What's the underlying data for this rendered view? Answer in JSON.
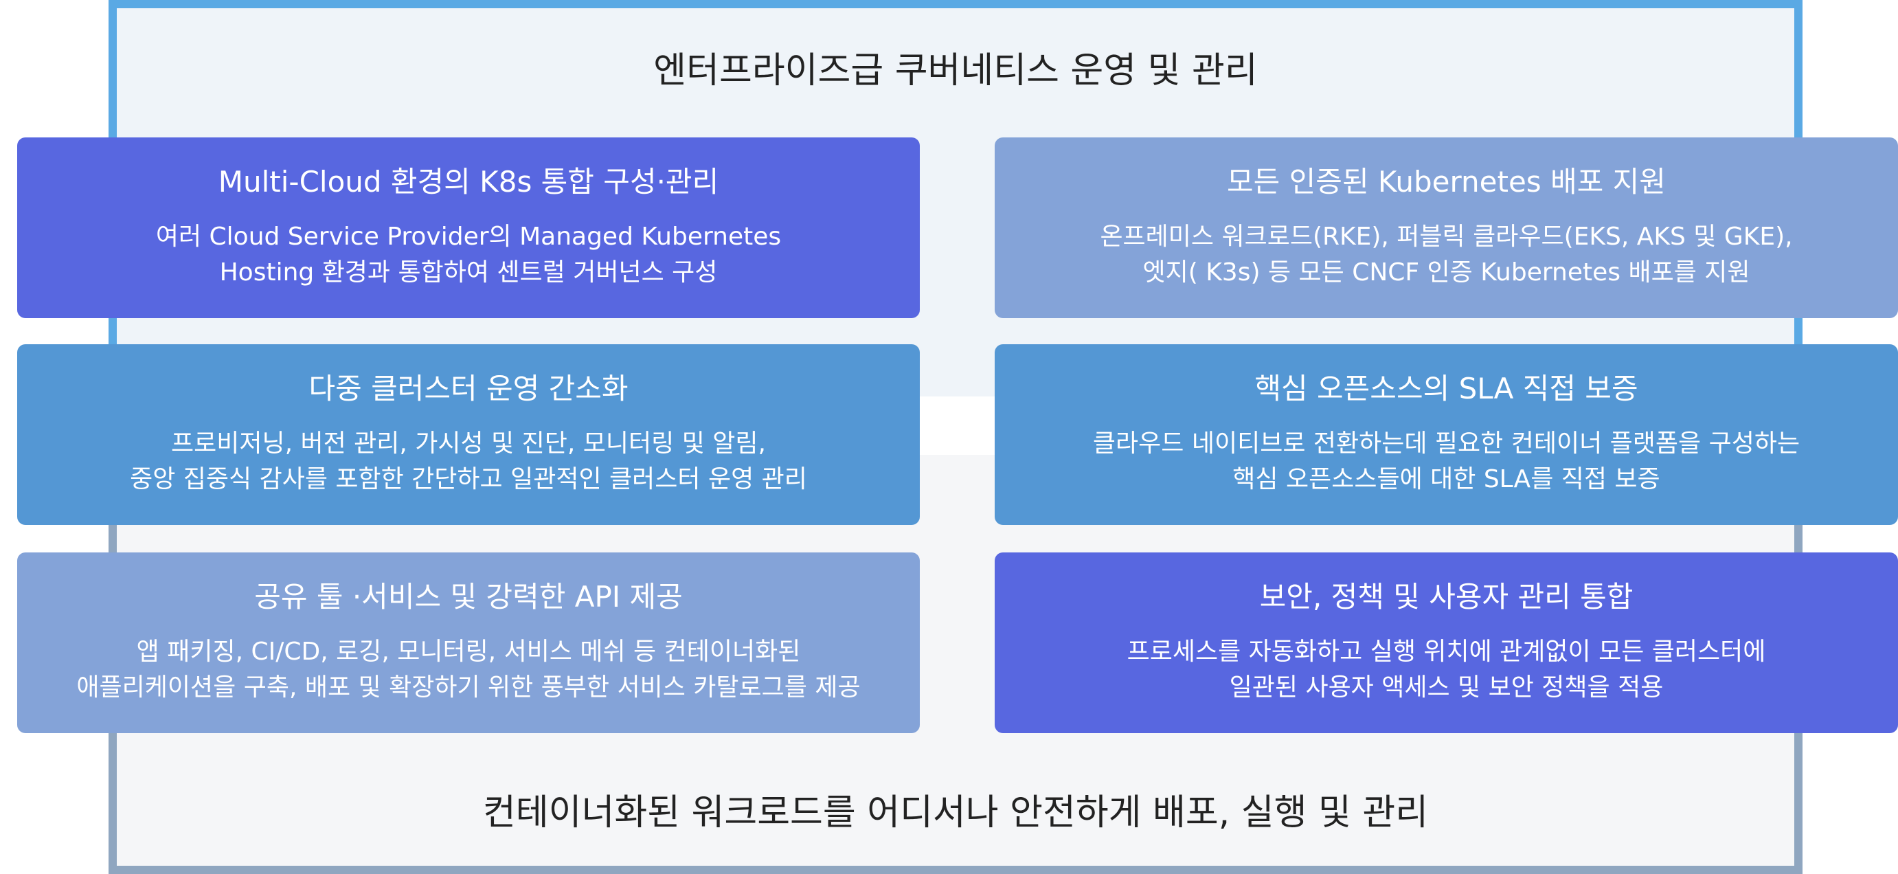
{
  "diagram": {
    "title_top": "엔터프라이즈급 쿠버네티스 운영 및 관리",
    "title_bottom": "컨테이너화된 워크로드를 어디서나 안전하게 배포, 실행 및 관리",
    "colors": {
      "frame_top_border": "#5aa9e4",
      "frame_bottom_border": "#8fa6c0",
      "card_indigo": "#5867e0",
      "card_blue": "#5497d4",
      "card_periwinkle": "#84a3d8"
    },
    "cards": [
      {
        "title": "Multi-Cloud 환경의 K8s 통합 구성·관리",
        "desc_line1": "여러 Cloud Service Provider의 Managed Kubernetes",
        "desc_line2": "Hosting 환경과 통합하여 센트럴 거버넌스 구성",
        "color": "#5867e0"
      },
      {
        "title": "모든 인증된 Kubernetes 배포 지원",
        "desc_line1": "온프레미스 워크로드(RKE), 퍼블릭 클라우드(EKS, AKS 및 GKE),",
        "desc_line2": "엣지( K3s) 등 모든 CNCF 인증 Kubernetes 배포를 지원",
        "color": "#84a3d8"
      },
      {
        "title": "다중 클러스터 운영 간소화",
        "desc_line1": "프로비저닝, 버전 관리, 가시성 및 진단, 모니터링 및 알림,",
        "desc_line2": "중앙 집중식 감사를 포함한 간단하고 일관적인 클러스터 운영 관리",
        "color": "#5497d4"
      },
      {
        "title": "핵심 오픈소스의 SLA 직접 보증",
        "desc_line1": "클라우드 네이티브로 전환하는데 필요한 컨테이너 플랫폼을 구성하는",
        "desc_line2": "핵심 오픈소스들에 대한 SLA를 직접 보증",
        "color": "#5497d4"
      },
      {
        "title": "공유 툴 ·서비스 및 강력한 API 제공",
        "desc_line1": "앱 패키징, CI/CD, 로깅, 모니터링, 서비스 메쉬 등 컨테이너화된",
        "desc_line2": "애플리케이션을 구축, 배포 및 확장하기 위한 풍부한 서비스 카탈로그를 제공",
        "color": "#84a3d8"
      },
      {
        "title": "보안, 정책 및 사용자 관리 통합",
        "desc_line1": "프로세스를 자동화하고 실행 위치에 관계없이 모든 클러스터에",
        "desc_line2": "일관된 사용자 액세스 및 보안 정책을 적용",
        "color": "#5867e0"
      }
    ]
  }
}
